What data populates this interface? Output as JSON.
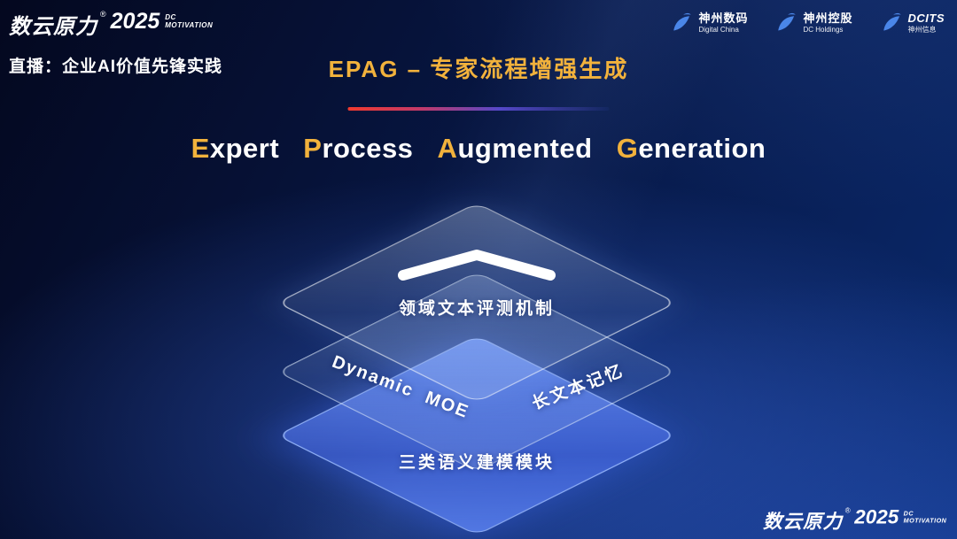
{
  "brand": {
    "name": "数云原力",
    "reg": "®",
    "year": "2025",
    "sub_line1": "DC",
    "sub_line2": "MOTIVATION"
  },
  "header": {
    "live_label": "直播：企业AI价值先锋实践",
    "slide_title": "EPAG – 专家流程增强生成"
  },
  "subtitle": {
    "words": [
      {
        "cap": "E",
        "rest": "xpert"
      },
      {
        "cap": "P",
        "rest": "rocess"
      },
      {
        "cap": "A",
        "rest": "ugmented"
      },
      {
        "cap": "G",
        "rest": "eneration"
      }
    ]
  },
  "partners": [
    {
      "name": "神州数码",
      "sub": "Digital China"
    },
    {
      "name": "神州控股",
      "sub": "DC Holdings"
    },
    {
      "name": "DCITS",
      "sub": "神州信息"
    }
  ],
  "diagram": {
    "top_layer_label": "领域文本评测机制",
    "middle_layer_label_left": "Dynamic  MOE",
    "middle_layer_label_right": "长文本记忆",
    "bottom_layer_label": "三类语义建模模块"
  },
  "colors": {
    "title_gold": "#f2b23c",
    "bottom_layer_blue": "#5b7ef0",
    "background_navy": "#071642",
    "divider_red": "#f03a2e",
    "divider_blue": "#5548c8",
    "partner_icon_blue": "#4a86e8"
  }
}
